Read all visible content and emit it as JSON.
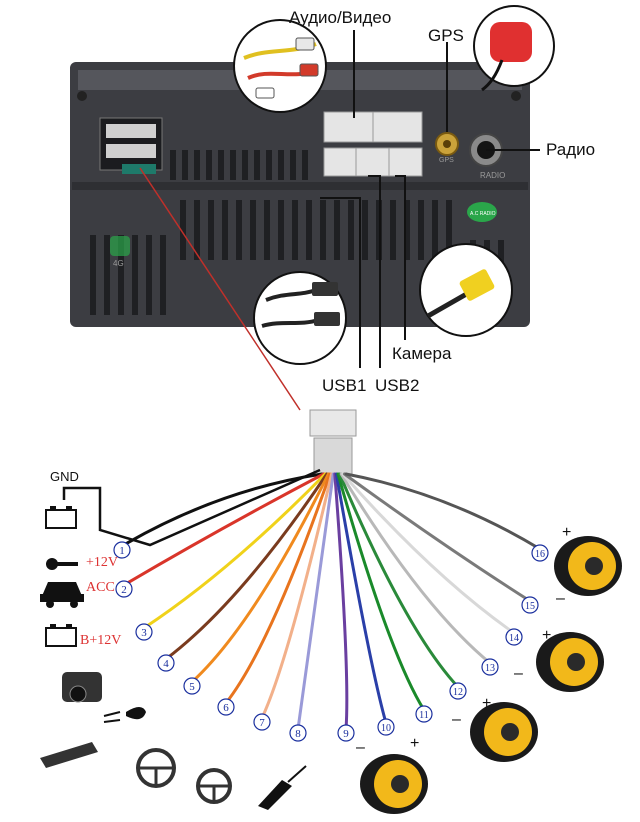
{
  "labels": {
    "audio_video": "Аудио/Видео",
    "gps": "GPS",
    "radio": "Радио",
    "camera": "Камера",
    "usb1": "USB1",
    "usb2": "USB2",
    "gnd": "GND",
    "acc_voltage": "+12V",
    "acc": "ACC",
    "battery": "B+12V"
  },
  "unit_print": {
    "gps_small": "GPS",
    "radio_small": "RADIO",
    "badge": "A.C RADIO",
    "lcd": "4G"
  },
  "wires": [
    {
      "num": "1",
      "color": "#111111",
      "fill": "#ffffff",
      "numcolor": "#1a2f9e"
    },
    {
      "num": "2",
      "color": "#d9352a",
      "fill": "#ffffff",
      "numcolor": "#1a2f9e"
    },
    {
      "num": "3",
      "color": "#f0d21a",
      "fill": "#ffffff",
      "numcolor": "#1a2f9e"
    },
    {
      "num": "4",
      "color": "#7a3b1e",
      "fill": "#ffffff",
      "numcolor": "#1a2f9e"
    },
    {
      "num": "5",
      "color": "#f08a1e",
      "fill": "#ffffff",
      "numcolor": "#1a2f9e"
    },
    {
      "num": "6",
      "color": "#e8741e",
      "fill": "#ffffff",
      "numcolor": "#1a2f9e"
    },
    {
      "num": "7",
      "color": "#f2b08a",
      "fill": "#ffffff",
      "numcolor": "#1a2f9e"
    },
    {
      "num": "8",
      "color": "#9a9ad8",
      "fill": "#ffffff",
      "numcolor": "#1a2f9e"
    },
    {
      "num": "9",
      "color": "#6a3fa0",
      "fill": "#ffffff",
      "numcolor": "#1a2f9e"
    },
    {
      "num": "10",
      "color": "#2a3fa8",
      "fill": "#ffffff",
      "numcolor": "#1a2f9e"
    },
    {
      "num": "11",
      "color": "#1a8a2a",
      "fill": "#ffffff",
      "numcolor": "#1a2f9e"
    },
    {
      "num": "12",
      "color": "#2a8a3a",
      "fill": "#ffffff",
      "numcolor": "#1a2f9e"
    },
    {
      "num": "13",
      "color": "#b8b8b8",
      "fill": "#ffffff",
      "numcolor": "#1a2f9e"
    },
    {
      "num": "14",
      "color": "#d8d8d8",
      "fill": "#ffffff",
      "numcolor": "#1a2f9e"
    },
    {
      "num": "15",
      "color": "#7a7a7a",
      "fill": "#ffffff",
      "numcolor": "#1a2f9e"
    },
    {
      "num": "16",
      "color": "#555555",
      "fill": "#ffffff",
      "numcolor": "#1a2f9e"
    }
  ],
  "polarity": {
    "plus": "+",
    "minus": "–"
  },
  "speaker_colors": {
    "cone": "#f2b81a",
    "frame": "#1a1a1a"
  },
  "icons": [
    "battery-icon",
    "car-key-icon",
    "battery-icon",
    "reverse-camera-icon",
    "headlight-icon",
    "steering-wheel-icon",
    "antenna-icon",
    "speaker-icon",
    "rca-cable-icon",
    "gps-antenna-icon",
    "usb-cable-icon"
  ]
}
